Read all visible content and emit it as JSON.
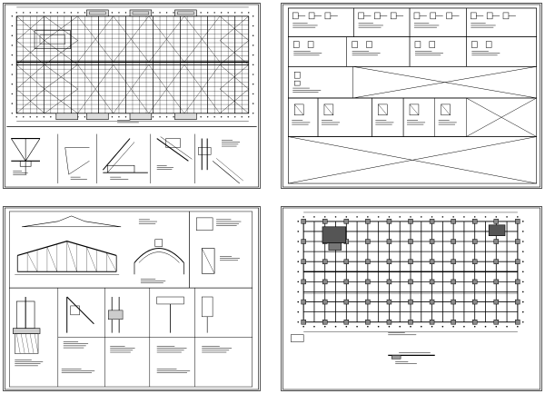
{
  "sheets": [
    {
      "id": "sheet-1",
      "kind": "roof-framing-plan-with-details",
      "plan_caption": "",
      "detail_captions": []
    },
    {
      "id": "sheet-2",
      "kind": "connection-detail-schedule",
      "detail_captions": []
    },
    {
      "id": "sheet-3",
      "kind": "truss-elevation-and-details",
      "detail_captions": []
    },
    {
      "id": "sheet-4",
      "kind": "foundation-plan",
      "plan_caption": "",
      "detail_captions": []
    }
  ],
  "colors": {
    "line": "#000000",
    "border": "#555555",
    "hatch": "#333333",
    "background": "#ffffff"
  }
}
